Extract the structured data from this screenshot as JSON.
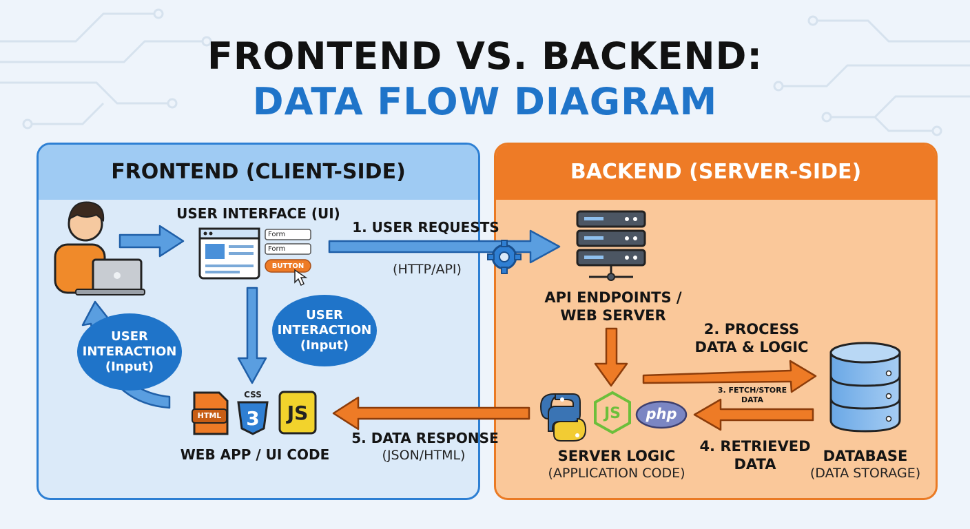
{
  "title": {
    "line1": "FRONTEND VS. BACKEND:",
    "line2": "DATA FLOW DIAGRAM"
  },
  "colors": {
    "frontend_accent": "#1f74c9",
    "backend_accent": "#ee7b26",
    "arrow_blue": "#4a90d9",
    "arrow_orange": "#e8701f"
  },
  "frontend": {
    "header": "FRONTEND (CLIENT-SIDE)",
    "ui_label": "USER INTERFACE (UI)",
    "ui_mock": {
      "field1": "Form",
      "field2": "Form",
      "button": "BUTTON"
    },
    "interaction_bubble_right": [
      "USER",
      "INTERACTION",
      "(Input)"
    ],
    "interaction_bubble_left": [
      "USER",
      "INTERACTION",
      "(Input)"
    ],
    "code_icons": {
      "html": "HTML",
      "css": "CSS",
      "js": "JS"
    },
    "code_label": "WEB APP / UI CODE"
  },
  "backend": {
    "header": "BACKEND (SERVER-SIDE)",
    "server_label_1": "API ENDPOINTS /",
    "server_label_2": "WEB SERVER",
    "logic_label": "SERVER LOGIC",
    "logic_sub": "(APPLICATION CODE)",
    "logic_icons": {
      "php": "php",
      "node": "JS"
    },
    "database_label": "DATABASE",
    "database_sub": "(DATA STORAGE)"
  },
  "flow": {
    "step1": "1. USER REQUESTS",
    "step1_sub": "(HTTP/API)",
    "step2_line1": "2. PROCESS",
    "step2_line2": "DATA & LOGIC",
    "step3_line1": "3. FETCH/STORE",
    "step3_line2": "DATA",
    "step4_line1": "4. RETRIEVED",
    "step4_line2": "DATA",
    "step5": "5. DATA RESPONSE",
    "step5_sub": "(JSON/HTML)"
  }
}
